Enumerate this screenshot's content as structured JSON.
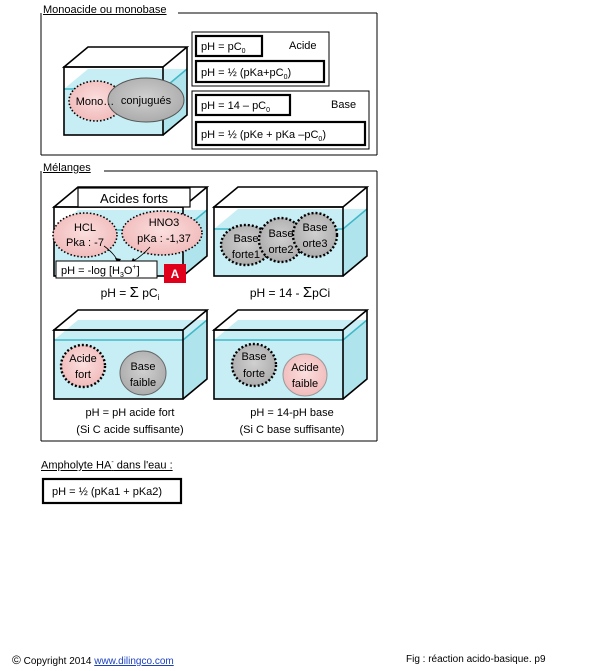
{
  "sections": {
    "mono": {
      "header": "Monoacide ou monobase"
    },
    "melanges": {
      "header": "Mélanges"
    },
    "ampholyte": {
      "header_base": "Ampholyte HA",
      "header_sup": "-",
      "header_tail": " dans l'eau :"
    }
  },
  "mono": {
    "tank_left_label": "Mono…",
    "tank_right_label": "conjugués",
    "acid_group_label": "Acide",
    "base_group_label": "Base",
    "acid_formula_1": {
      "base": "pH = pC",
      "sub": "0"
    },
    "acid_formula_2": {
      "base": "pH = ½ (pKa+pC",
      "sub": "0",
      "tail": ")"
    },
    "base_formula_1": {
      "base": "pH = 14 – pC",
      "sub": "0"
    },
    "base_formula_2": {
      "base": "pH = ½ (pKe + pKa –pC",
      "sub": "0",
      "tail": ")"
    }
  },
  "mixtures": {
    "strong_acids": {
      "title": "Acides forts",
      "acid1": [
        "HCL",
        "Pka : -7"
      ],
      "acid2": [
        "HNO3",
        "pKa : -1,37"
      ],
      "inner_formula": {
        "base": "pH = -log [H",
        "sub": "3",
        "mid": "O",
        "sup": "+",
        "tail": "]"
      },
      "badge": "A",
      "caption": {
        "base": "pH = ",
        "sym": "Σ",
        "mid": " pC",
        "sub": "i"
      }
    },
    "strong_bases": {
      "ball1": [
        "Base",
        "forte1"
      ],
      "ball2": [
        "Base",
        "orte2"
      ],
      "ball3": [
        "Base",
        "orte3"
      ],
      "caption": {
        "base": "pH = 14 - ",
        "sym": "Σ",
        "tail": "pCi"
      }
    },
    "acid_strong_weak": {
      "ball_left": [
        "Acide",
        "fort"
      ],
      "ball_right": [
        "Base",
        "faible"
      ],
      "caption": [
        "pH = pH acide fort",
        "(Si C acide suffisante)"
      ]
    },
    "base_strong_weak": {
      "ball_left": [
        "Base",
        "forte"
      ],
      "ball_right": [
        "Acide",
        "faible"
      ],
      "caption": [
        "pH = 14-pH base",
        "(Si C base suffisante)"
      ]
    }
  },
  "ampholyte_formula": "pH = ½ (pKa1 + pKa2)",
  "footer": {
    "copyright_prefix": "Copyright 2014 ",
    "copyright_symbol": "©",
    "link_text": "www.dilingco.com",
    "fig_caption": "Fig :  réaction acido-basique. p9"
  },
  "colors": {
    "water": "#c6eef4",
    "water_line": "#3fb9c9",
    "acid_pink": "#f4c4c4",
    "base_gray": "#bcbcbc",
    "badge_red": "#e0001b"
  }
}
